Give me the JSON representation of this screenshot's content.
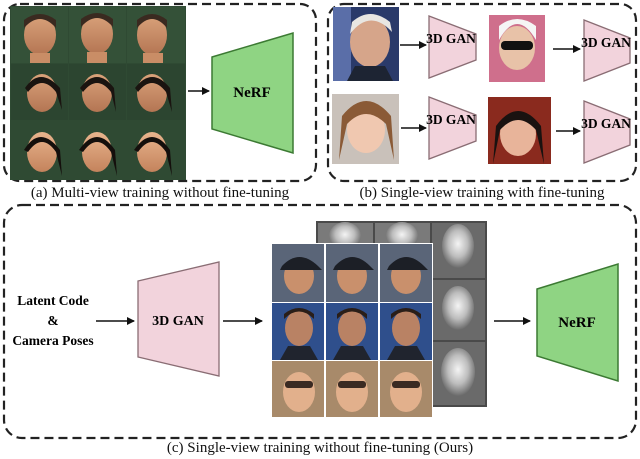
{
  "panel_a": {
    "caption": "(a) Multi-view training without fine-tuning",
    "nerf_label": "NeRF"
  },
  "panel_b": {
    "caption": "(b) Single-view training with fine-tuning",
    "gan_label": "3D GAN"
  },
  "panel_c": {
    "caption": "(c) Single-view training without fine-tuning (Ours)",
    "input_line1": "Latent Code",
    "input_line2": "&",
    "input_line3": "Camera Poses",
    "gan_label": "3D GAN",
    "nerf_label": "NeRF"
  },
  "colors": {
    "gan_fill": "#f2d3dc",
    "gan_stroke": "#8a6d74",
    "nerf_fill": "#8fd483",
    "nerf_stroke": "#3c7a33",
    "border": "#222222"
  }
}
